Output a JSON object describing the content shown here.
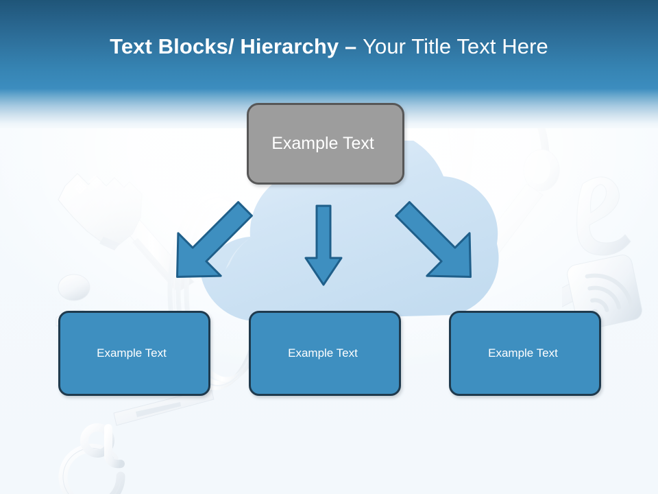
{
  "slide": {
    "background_color": "#f3f8fc",
    "header_color_top": "#1f5578",
    "header_color_bottom": "#3c8dbf"
  },
  "title": {
    "bold_part": "Text Blocks/ Hierarchy",
    "dash": " – ",
    "light_part": "Your Title Text Here"
  },
  "diagram": {
    "type": "hierarchy",
    "root": {
      "label": "Example Text",
      "fill_color": "#9d9d9d",
      "border_color": "#575757",
      "text_color": "#ffffff"
    },
    "children": [
      {
        "label": "Example Text",
        "fill_color": "#3e8fc0",
        "border_color": "#1f3a4d",
        "text_color": "#ffffff",
        "arrow_direction": "down-left"
      },
      {
        "label": "Example Text",
        "fill_color": "#3e8fc0",
        "border_color": "#1f3a4d",
        "text_color": "#ffffff",
        "arrow_direction": "down"
      },
      {
        "label": "Example Text",
        "fill_color": "#3e8fc0",
        "border_color": "#1f3a4d",
        "text_color": "#ffffff",
        "arrow_direction": "down-right"
      }
    ],
    "arrow_fill_color": "#3e8fc0",
    "arrow_border_color": "#1f5f8a"
  },
  "background_graphics": {
    "cloud_color": "#cfe3f3",
    "icons": [
      "hand-cursor-icon",
      "info-i-icon",
      "at-symbol-icon",
      "swirl-ring-icon",
      "magnifier-icon",
      "headset-icon",
      "e-letter-icon",
      "rss-wifi-icon"
    ]
  }
}
